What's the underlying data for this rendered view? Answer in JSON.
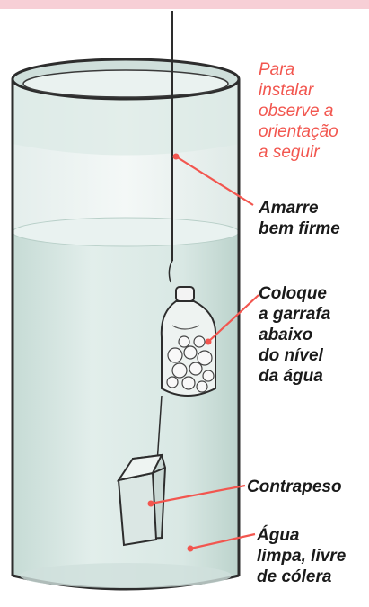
{
  "instruction": {
    "lines": [
      "Para",
      "instalar",
      "observe a",
      "orientação",
      "a seguir"
    ]
  },
  "callouts": {
    "tie": {
      "lines": [
        "Amarre",
        "bem firme"
      ]
    },
    "bottle": {
      "lines": [
        "Coloque",
        "a garrafa",
        "abaixo",
        "do nível",
        "da água"
      ]
    },
    "weight": {
      "lines": [
        "Contrapeso"
      ]
    },
    "water": {
      "lines": [
        "Água",
        "limpa, livre",
        "de cólera"
      ]
    }
  },
  "colors": {
    "accent": "#f2564f",
    "callout_text": "#1a1a1a",
    "water": "#d3e3df",
    "outline": "#2d2d2d"
  },
  "icons": [
    "cylinder-container-icon",
    "plastic-bottle-icon",
    "counterweight-icon",
    "string-icon"
  ]
}
